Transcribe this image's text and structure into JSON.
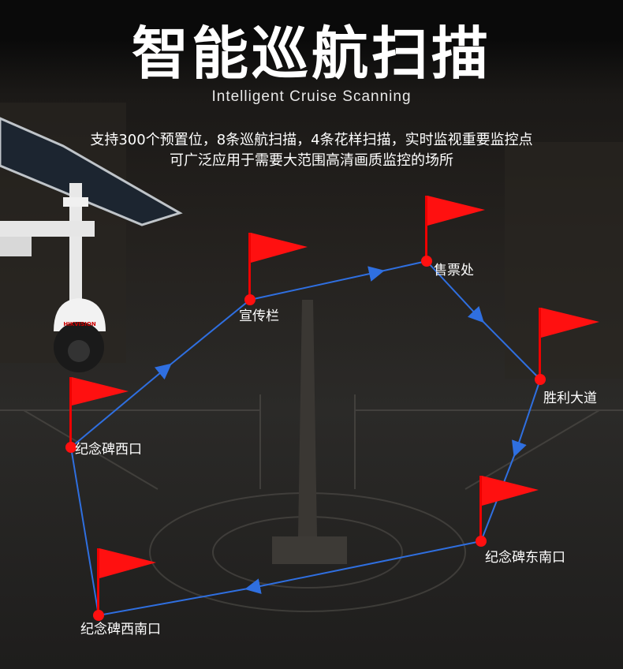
{
  "header": {
    "title": "智能巡航扫描",
    "subtitle": "Intelligent Cruise Scanning",
    "description_lines": [
      "支持300个预置位，8条巡航扫描，4条花样扫描，实时监视重要监控点",
      "可广泛应用于需要大范围高清画质监控的场所"
    ]
  },
  "product": {
    "brand_logo": "HIKVISION"
  },
  "route": {
    "points": [
      {
        "label": "纪念碑西口"
      },
      {
        "label": "宣传栏"
      },
      {
        "label": "售票处"
      },
      {
        "label": "胜利大道"
      },
      {
        "label": "纪念碑东南口"
      },
      {
        "label": "纪念碑西南口"
      }
    ],
    "line_color": "#2f6fe0",
    "flag_color": "#ff1010"
  }
}
